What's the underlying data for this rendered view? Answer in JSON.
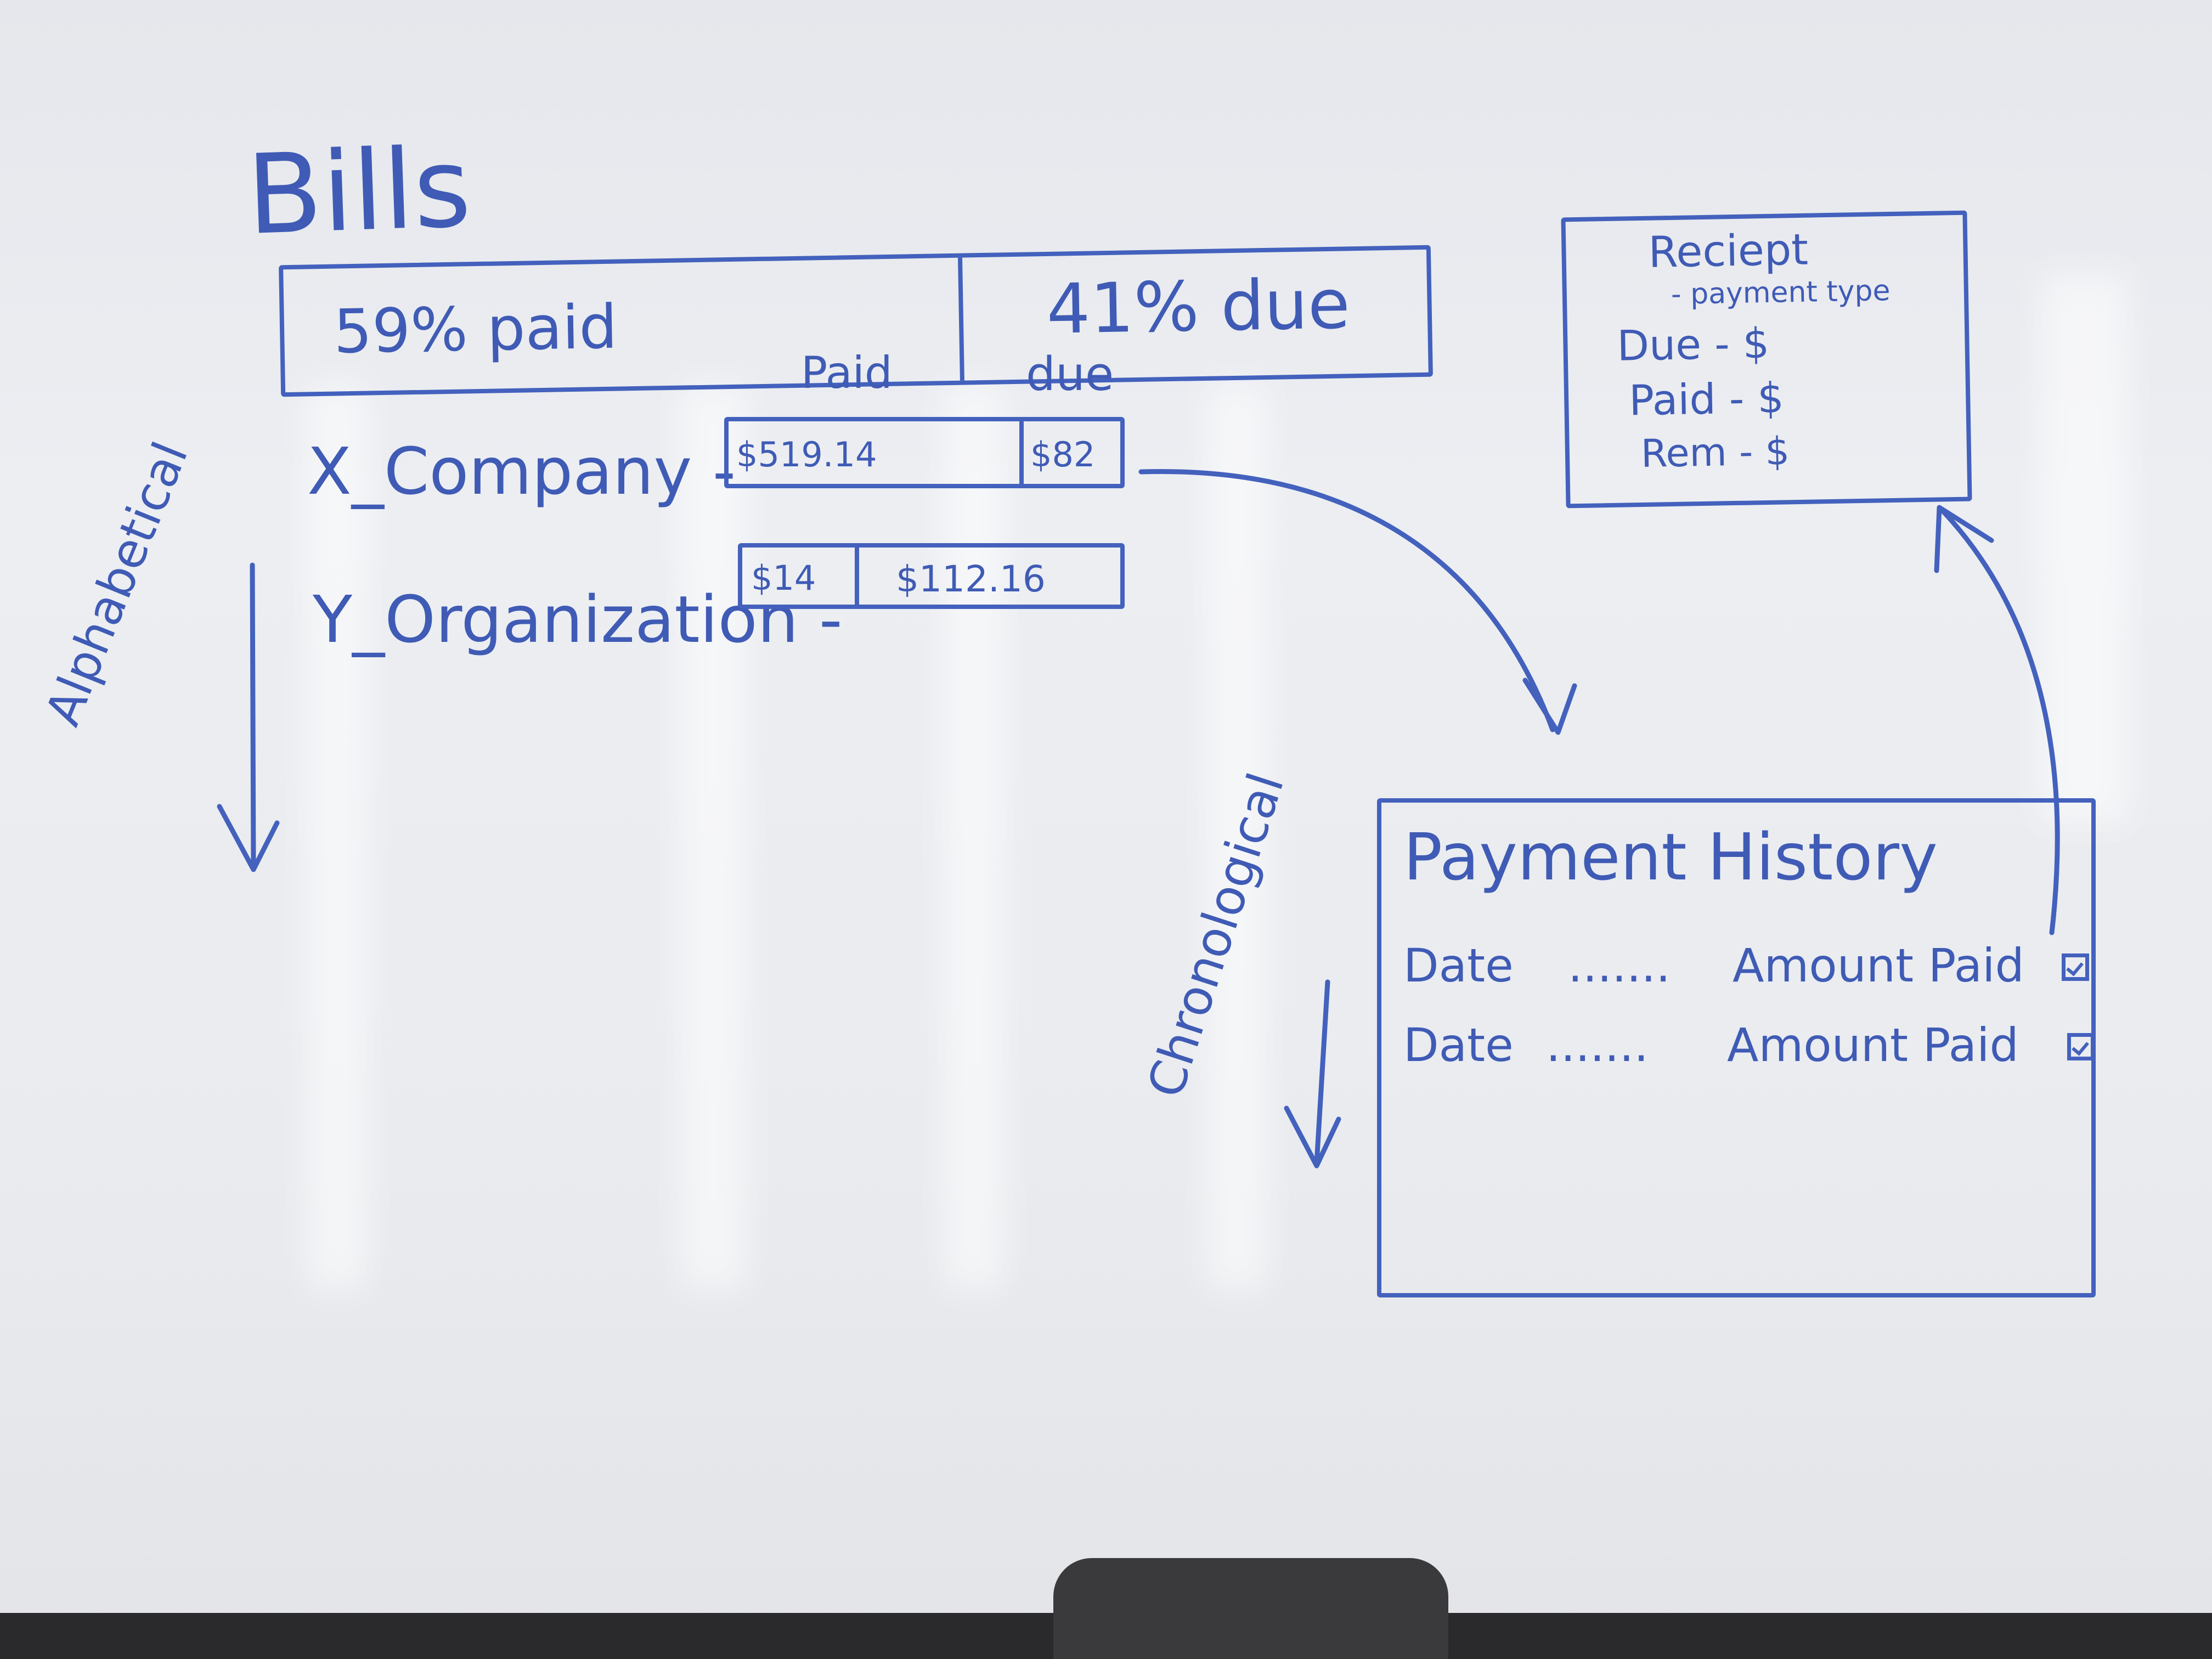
{
  "title": "Bills",
  "summary_bar": {
    "paid_label": "59% paid",
    "due_label": "41% due",
    "paid_fraction": 0.59
  },
  "column_headers": {
    "paid": "Paid",
    "due": "due"
  },
  "sort_labels": {
    "bills": "Alphabetical",
    "history": "Chronological"
  },
  "bills": [
    {
      "name": "X_Company -",
      "paid": "$519.14",
      "due": "$82"
    },
    {
      "name": "Y_Organization -",
      "paid": "$14",
      "due": "$112.16"
    }
  ],
  "receipt": {
    "title": "Reciept",
    "subtitle": "- payment type",
    "lines": [
      "Due - $",
      "Paid - $",
      "Rem - $"
    ]
  },
  "payment_history": {
    "title": "Payment History",
    "rows": [
      {
        "date": "Date",
        "dots": ".......",
        "amount": "Amount Paid",
        "checked": true
      },
      {
        "date": "Date",
        "dots": ".......",
        "amount": "Amount Paid",
        "checked": true
      }
    ]
  },
  "colors": {
    "marker": "#3f5bb5",
    "board": "#e8eaee",
    "tray": "#2a2a2d"
  }
}
